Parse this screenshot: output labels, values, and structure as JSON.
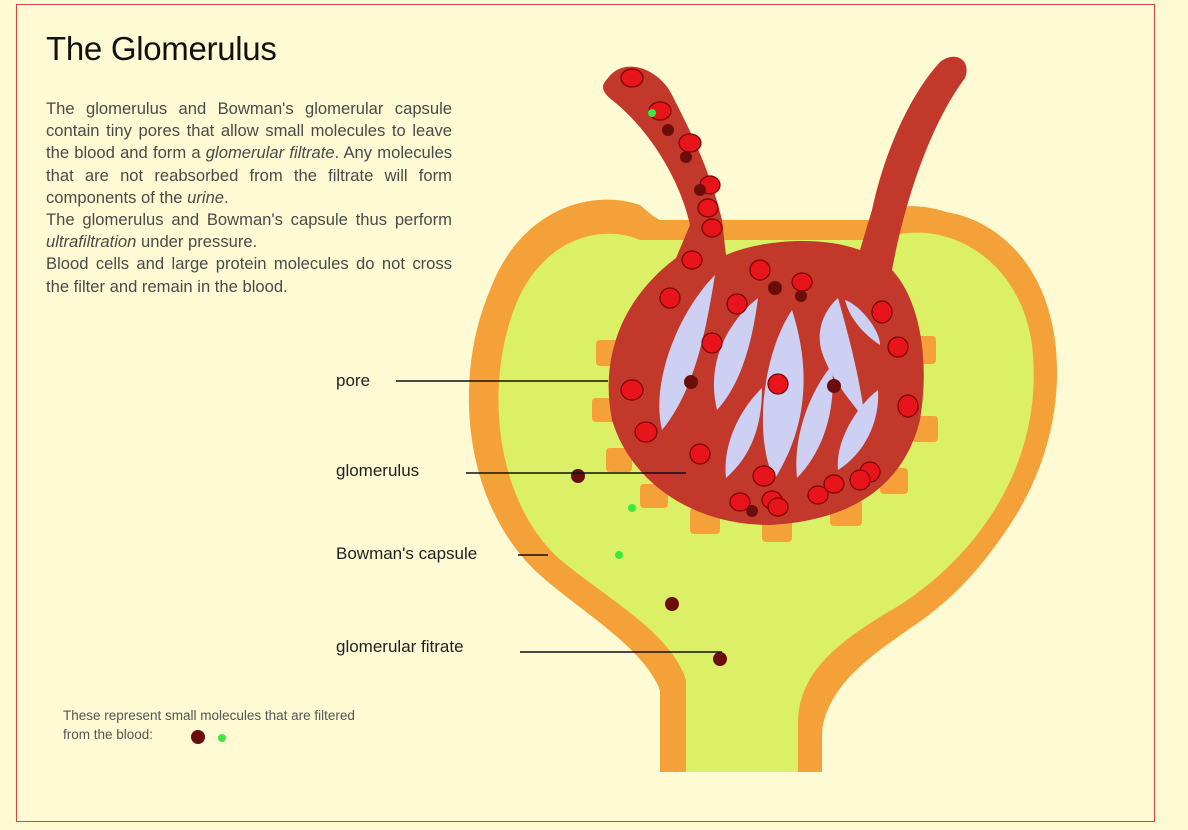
{
  "title": "The Glomerulus",
  "intro": {
    "p1_a": "The glomerulus and Bowman's glomerular capsule contain tiny pores that allow small molecules to leave the blood and form a ",
    "p1_term": "glomerular filtrate",
    "p1_b": ". Any molecules that are not reabsorbed from the filtrate will form components of the ",
    "p1_term2": "urine",
    "p1_c": ".",
    "p2_a": "The glomerulus and Bowman's capsule thus perform ",
    "p2_term": "ultrafiltration",
    "p2_b": " under pressure.",
    "p3": "Blood cells and large protein molecules do not cross the filter and remain in the blood."
  },
  "labels": {
    "pore": "pore",
    "glomerulus": "glomerulus",
    "capsule": "Bowman's capsule",
    "filtrate": "glomerular fitrate"
  },
  "legend": {
    "line1": "These represent small molecules that are filtered",
    "line2": "from the blood:"
  },
  "colors": {
    "background": "#fefbd4",
    "frame": "#d9463a",
    "capsule_wall": "#f5a13a",
    "filtrate": "#dbf066",
    "blood_vessel": "#c2382a",
    "lumen": "#cdd0f2",
    "red_cell": "#e8141c",
    "large_molecule": "#6b0d0d",
    "small_molecule": "#3ee63e"
  }
}
